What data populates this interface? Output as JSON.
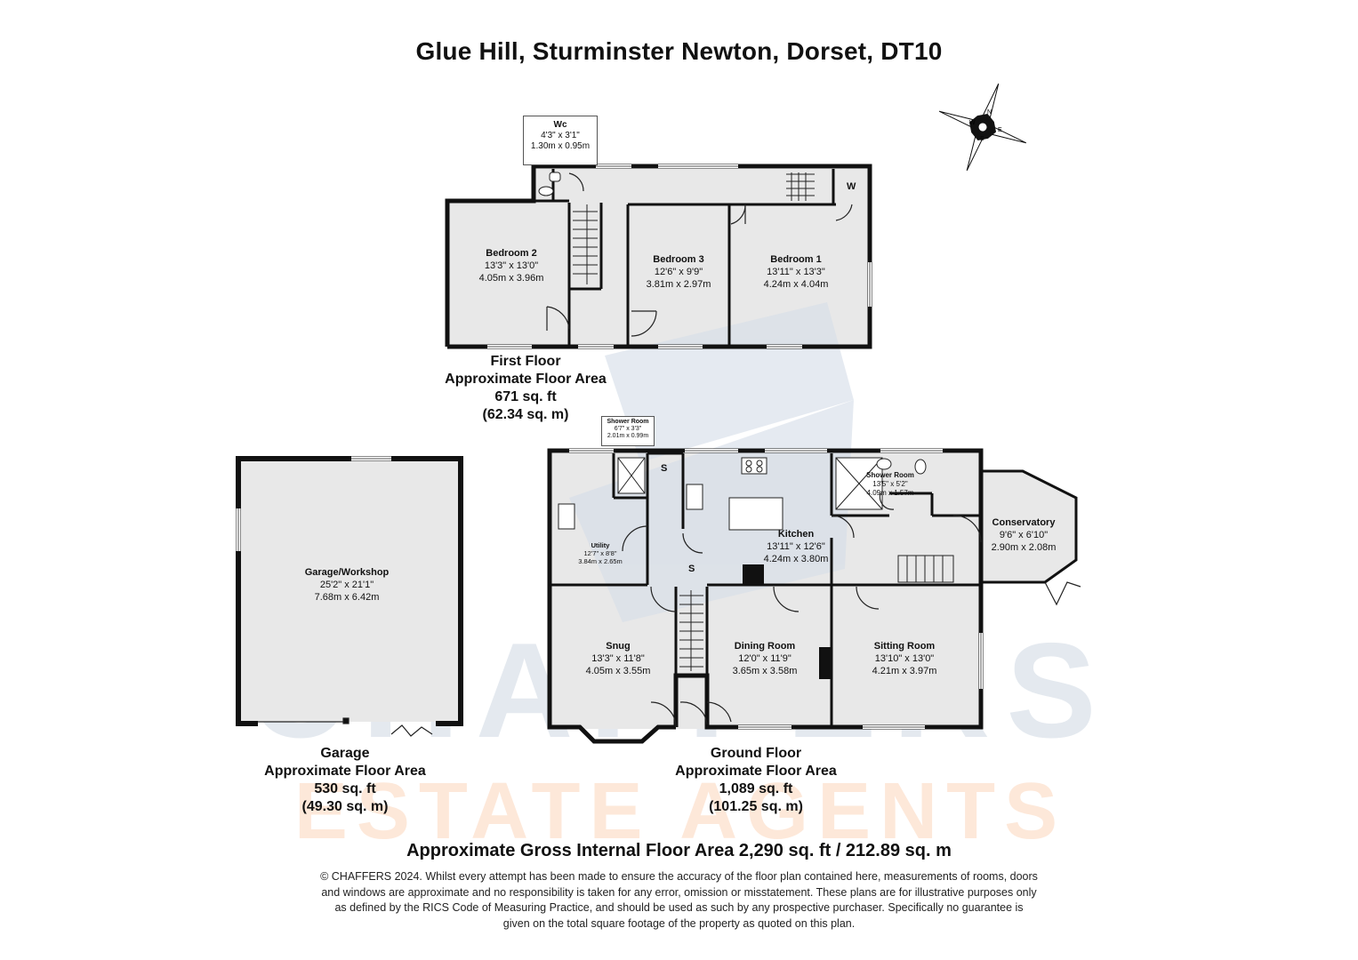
{
  "header": {
    "title": "Glue Hill, Sturminster Newton, Dorset, DT10"
  },
  "compass": {
    "icon": "compass-rose-icon",
    "points": [
      "N",
      "E",
      "S",
      "W"
    ]
  },
  "watermark": {
    "main": "CHAFFERS",
    "sub": "ESTATE AGENTS"
  },
  "first_floor": {
    "label": "First Floor",
    "area_label": "Approximate Floor Area",
    "area_sqft": "671 sq. ft",
    "area_sqm": "(62.34 sq. m)",
    "rooms": {
      "wc": {
        "name": "Wc",
        "imperial": "4'3\" x 3'1\"",
        "metric": "1.30m x 0.95m"
      },
      "bedroom2": {
        "name": "Bedroom 2",
        "imperial": "13'3\" x 13'0\"",
        "metric": "4.05m x 3.96m"
      },
      "bedroom3": {
        "name": "Bedroom 3",
        "imperial": "12'6\" x 9'9\"",
        "metric": "3.81m x 2.97m"
      },
      "bedroom1": {
        "name": "Bedroom 1",
        "imperial": "13'11\" x 13'3\"",
        "metric": "4.24m x 4.04m"
      }
    },
    "fixtures": {
      "wardrobe": "W"
    }
  },
  "ground_floor": {
    "label": "Ground Floor",
    "area_label": "Approximate Floor Area",
    "area_sqft": "1,089 sq. ft",
    "area_sqm": "(101.25 sq. m)",
    "rooms": {
      "shower_room_small": {
        "name": "Shower Room",
        "imperial": "6'7\" x 3'3\"",
        "metric": "2.01m x 0.99m"
      },
      "utility": {
        "name": "Utility",
        "imperial": "12'7\" x 8'8\"",
        "metric": "3.84m x 2.65m"
      },
      "kitchen": {
        "name": "Kitchen",
        "imperial": "13'11\" x 12'6\"",
        "metric": "4.24m x 3.80m"
      },
      "shower_room": {
        "name": "Shower Room",
        "imperial": "13'5\" x 5'2\"",
        "metric": "4.09m x 1.57m"
      },
      "conservatory": {
        "name": "Conservatory",
        "imperial": "9'6\" x 6'10\"",
        "metric": "2.90m x 2.08m"
      },
      "snug": {
        "name": "Snug",
        "imperial": "13'3\" x 11'8\"",
        "metric": "4.05m x 3.55m"
      },
      "dining_room": {
        "name": "Dining Room",
        "imperial": "12'0\" x 11'9\"",
        "metric": "3.65m x 3.58m"
      },
      "sitting_room": {
        "name": "Sitting Room",
        "imperial": "13'10\" x 13'0\"",
        "metric": "4.21m x 3.97m"
      }
    },
    "fixtures": {
      "store_1": "S",
      "store_2": "S"
    }
  },
  "garage": {
    "label": "Garage",
    "area_label": "Approximate Floor Area",
    "area_sqft": "530 sq. ft",
    "area_sqm": "(49.30 sq. m)",
    "room": {
      "name": "Garage/Workshop",
      "imperial": "25'2\" x 21'1\"",
      "metric": "7.68m x 6.42m"
    }
  },
  "gross_area": "Approximate Gross Internal Floor Area 2,290 sq. ft / 212.89 sq. m",
  "disclaimer": "© CHAFFERS 2024. Whilst every attempt has been made to ensure the accuracy of the floor plan contained here, measurements of rooms, doors and windows are approximate and no responsibility is taken for any error, omission or misstatement. These plans are for illustrative purposes only as defined by the RICS Code of Measuring Practice, and should be used as such by any prospective purchaser. Specifically no guarantee is given on the total square footage of the property as quoted on this plan.",
  "colors": {
    "wall": "#111111",
    "floor": "#e9e9e9",
    "watermark_blue": "#dbe2ea",
    "watermark_orange": "#fde4d3"
  }
}
